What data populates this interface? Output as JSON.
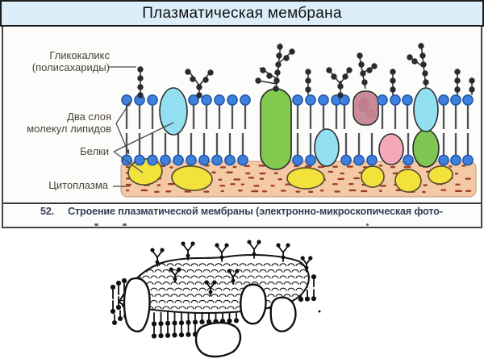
{
  "title": "Плазматическая мембрана",
  "labels": {
    "glycocalyx_line1": "Гликокаликс",
    "glycocalyx_line2": "(полисахариды)",
    "lipids_line1": "Два слоя",
    "lipids_line2": "молекул липидов",
    "proteins": "Белки",
    "cytoplasm": "Цитоплазма"
  },
  "caption": {
    "number": "52.",
    "text": "Строение плазматической мембраны (электронно-микроскопическая фото-"
  },
  "colors": {
    "page_bg": "#ffffff",
    "title_bg": "#dceef9",
    "title_text": "#111111",
    "title_border": "#1c1c1c",
    "scan_bg": "#fcfcfa",
    "frame_border": "#444444",
    "rule": "#3a3a46",
    "label_text": "#4a423a",
    "caption_text": "#333e55",
    "leader_line": "#4a4a4a",
    "lipid_head": "#3f80dc",
    "lipid_head_stroke": "#1f55a8",
    "lipid_tail": "#50505a",
    "glyco_dot": "#2a2a31",
    "protein_outline": "#2e2e2e",
    "protein_cyan": "#92dff2",
    "protein_green": "#82c94e",
    "protein_green_dark": "#7fc554",
    "protein_mauve": "#ca8c9b",
    "protein_mauve_mottle": "#b97484",
    "protein_pink": "#f4a9b9",
    "protein_yellow": "#f3e23c",
    "protein_yellow_stroke": "#5a5130",
    "cytoplasm_bg": "#f3c9a6",
    "cytoplasm_edge": "#c79678",
    "cytoplasm_dash": "#9e3a24",
    "bw_ink": "#111111"
  }
}
